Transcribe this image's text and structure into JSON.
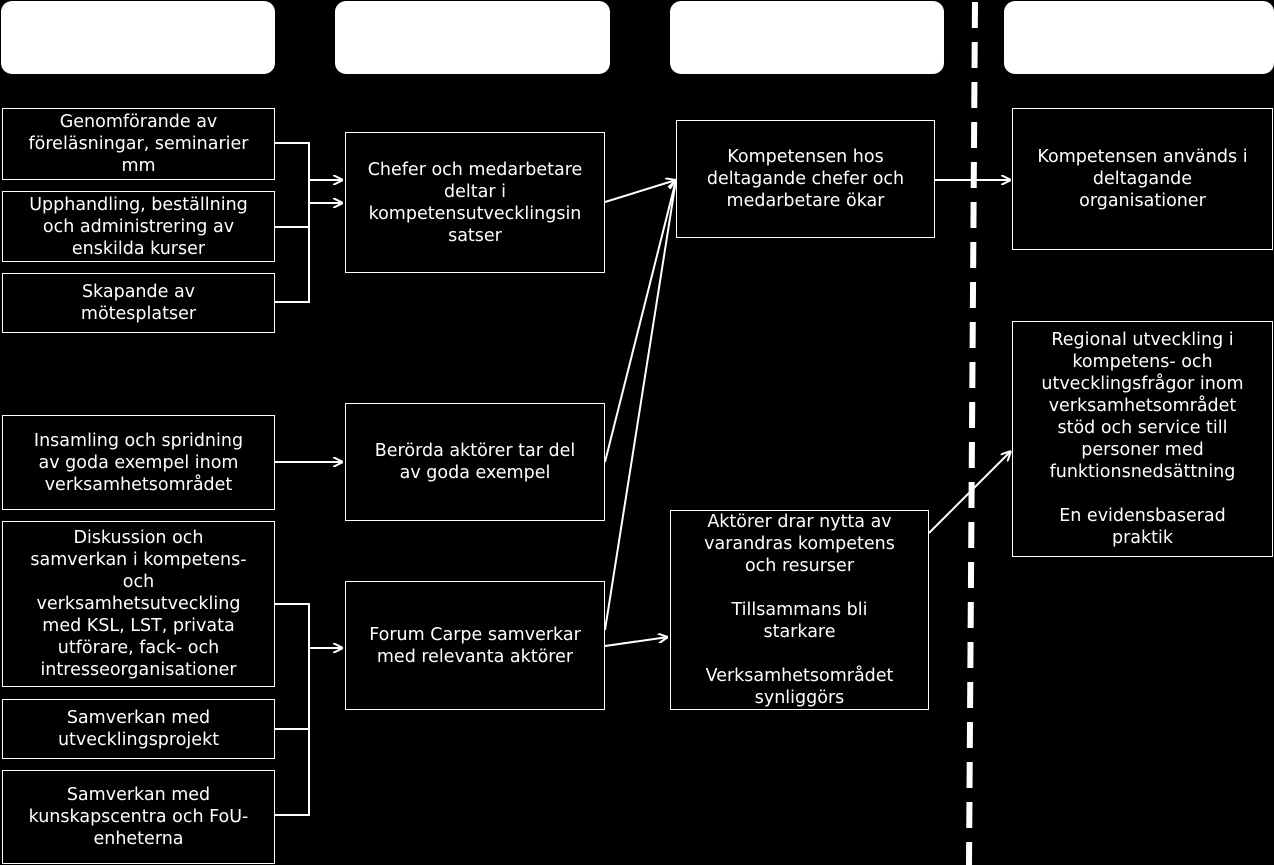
{
  "header_boxes": [
    "",
    "",
    "",
    ""
  ],
  "activities": [
    "Genomförande av\nföreläsningar, seminarier\nmm",
    "Upphandling, beställning\noch administrering av\nenskilda kurser",
    "Skapande av\nmötesplatser",
    "Insamling och spridning\nav goda exempel inom\nverksamhetsområdet",
    "Diskussion och\nsamverkan i kompetens-\noch\nverksamhetsutveckling\nmed KSL, LST, privata\nutförare, fack- och\nintresseorganisationer",
    "Samverkan med\nutvecklingsprojekt",
    "Samverkan med\nkunskapscentra och FoU-\nenheterna"
  ],
  "outputs": [
    "Chefer och medarbetare\ndeltar i\nkompetensutvecklingsin\nsatser",
    "Berörda aktörer tar del\nav goda exempel",
    "Forum Carpe samverkar\nmed relevanta aktörer"
  ],
  "short_term": [
    "Kompetensen hos\ndeltagande chefer och\nmedarbetare ökar",
    "Aktörer drar nytta av\nvarandras kompetens\noch resurser\n\nTillsammans bli\nstarkare\n\nVerksamhetsområdet\nsynliggörs"
  ],
  "long_term": [
    "Kompetensen används i\ndeltagande\norganisationer",
    "Regional utveckling i\nkompetens- och\nutvecklingsfrågor inom\nverksamhetsområdet\nstöd och service till\npersoner med\nfunktionsnedsättning\n\nEn evidensbaserad\npraktik"
  ]
}
